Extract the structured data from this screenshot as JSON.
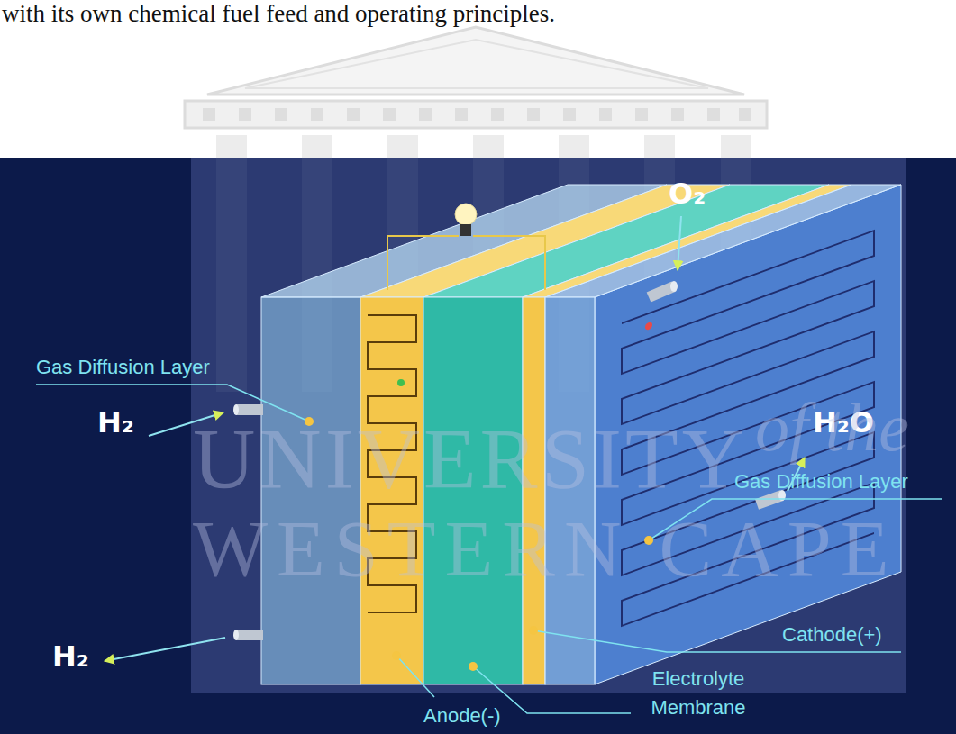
{
  "diagram": {
    "labels": [
      "with its own chemical fuel feed and operating principles.",
      "O₂",
      "Gas Diffusion Layer",
      "H₂",
      "H₂O",
      "UNIVERSITY",
      "of the",
      "Gas Diffusion Layer",
      "WESTERN CAPE",
      "Cathode(+)",
      "H₂",
      "Electrolyte Membrane",
      "Anode(-)"
    ]
  }
}
